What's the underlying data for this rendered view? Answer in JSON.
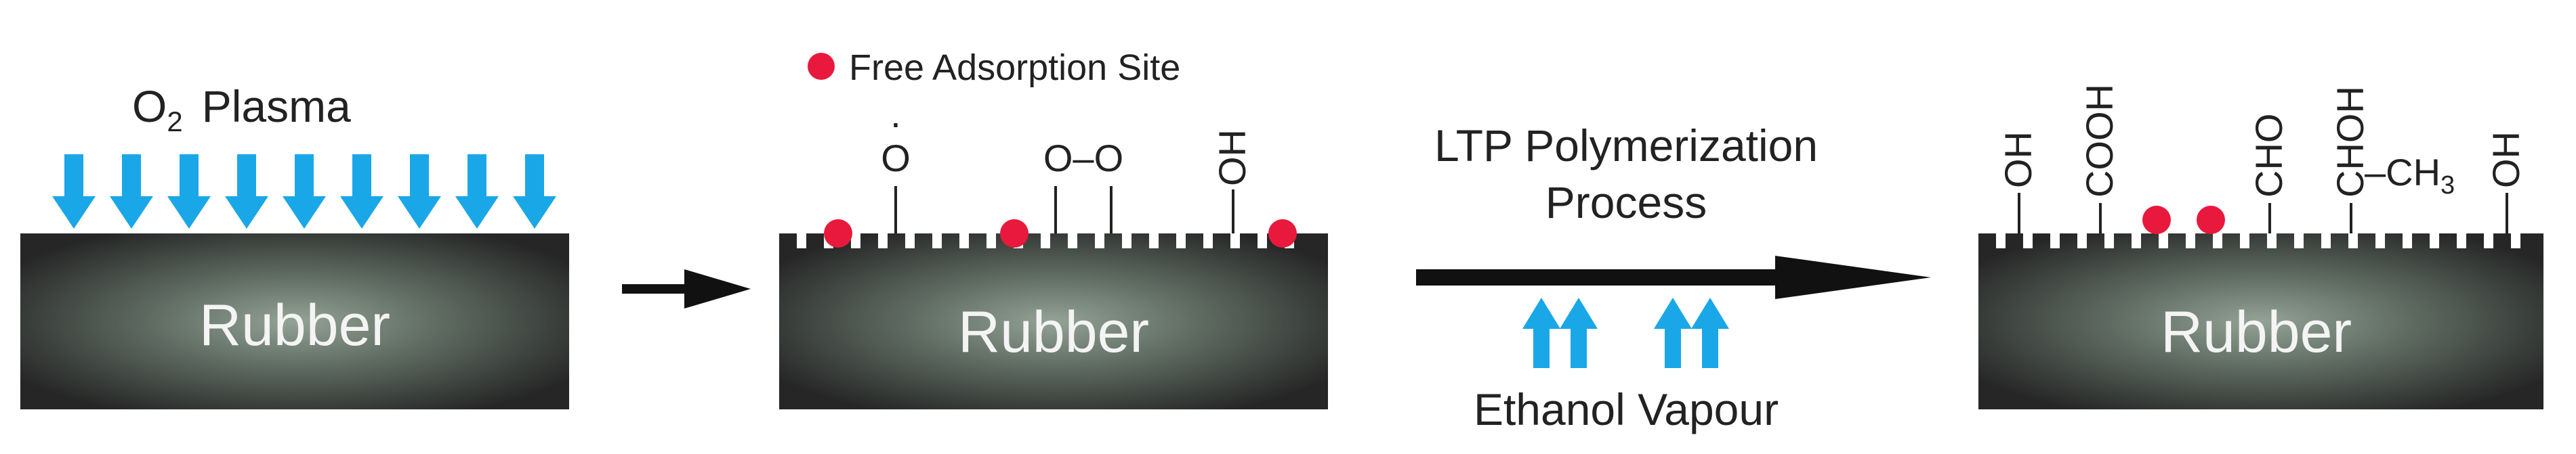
{
  "panel1": {
    "plasma_label_main": "O",
    "plasma_label_sub": "2",
    "plasma_label_rest": "Plasma",
    "block_label": "Rubber"
  },
  "panel2": {
    "legend_label": "Free Adsorption Site",
    "group_radical_dot": "·",
    "group_radical_o": "O",
    "group_peroxy": "O–O",
    "group_hydroxyl": "OH",
    "block_label": "Rubber"
  },
  "process": {
    "line1": "LTP Polymerization",
    "line2": "Process",
    "vapour_label": "Ethanol Vapour"
  },
  "panel3": {
    "group_oh_left": "OH",
    "group_cooh": "COOH",
    "group_cho": "CHO",
    "group_choh": "CHOH",
    "group_ch3_main": "–CH",
    "group_ch3_sub": "3",
    "group_oh_right": "OH",
    "block_label": "Rubber"
  },
  "colors": {
    "plasma_arrow": "#1aa7e8",
    "free_site": "#e8193c",
    "rubber_dark": "#2c2c2c",
    "rubber_glow": "#8a9a8f",
    "process_arrow": "#111111"
  }
}
